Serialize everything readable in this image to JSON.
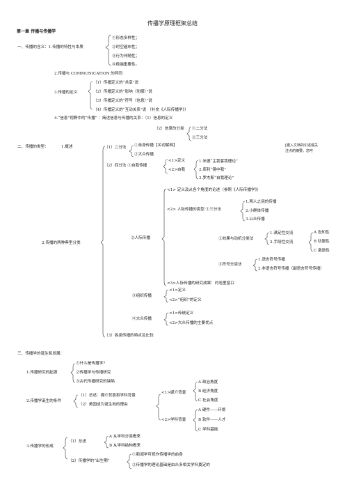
{
  "title": "传播学原理框架总结",
  "chapter1": "第一章 传播与传播学",
  "s1": {
    "q1": "一、传播的含义：1.传播的特性与本质",
    "features": [
      "①形态多样性；",
      "②时空遍布性；",
      "③行为伴随性；",
      "④极端重要性。"
    ],
    "q2": "2.传播与 COMMUNICATION 的异同",
    "q3": "3.传播的定义",
    "defs": [
      "（1）传播定义的“共享”说",
      "（2）传播定义的“影响（劝服）”说",
      "（3）传播定义的“符号（信息）”说",
      "（4）传播定义的“互动关系”说 （补充《人际传播学》）"
    ],
    "q4": "4.“信息”视野中的“传播” ：简述信息与传播的关系：（1）信息的定义",
    "info2": "（2）信息的分类",
    "info_classes": [
      "①二分法",
      "②三分法"
    ]
  },
  "s2": {
    "head": "二、传播的类型：",
    "overview": "1.概述",
    "two": "（1）二分法",
    "two_items": [
      "①亲身传播【名词解释】",
      "②大众传播"
    ],
    "four": "（2）四分法 ①自我传播",
    "self1": "<1>定义",
    "self2": "<2>自我",
    "self_items": [
      "1.米德“主我客我理论”",
      "2.库利“镜中我”",
      "3.罗杰斯“自我理论”"
    ],
    "side_note": "[键入文档的引述或关注点的摘要。您可",
    "typical": "2.传播的两种典型分类",
    "interp": "②人际传播",
    "interp_1": "<1> 定义及从各个角度的论述（参照《人际传播学》）",
    "interp_2": "<2> 人际传播的类型 ①三分法",
    "tri": [
      "1.两人之间的传播",
      "2.小群体传播",
      "3.公众传播"
    ],
    "effect": "②效果与动机分类法",
    "effect_items": [
      "1.满足性交流",
      "2.手段性交流"
    ],
    "abc": [
      "A 告知性",
      "B 劝服性",
      "C 激励性"
    ],
    "symbol": "③符号分类法",
    "symbol_items": [
      "1.语言符号传播",
      "2.非语言符号传播（副语言符号传播）"
    ],
    "interp_3": "<3>人际传播的研究成果：约哈里窗口",
    "org": "③组织传播",
    "org_items": [
      "<1>定义",
      "<2>“组织”的定义"
    ],
    "mass": "④大众传播",
    "mass_items": [
      "<1>传统定义",
      "<2>大众传播的主要优点"
    ],
    "traits": "（3）各类传播的特点及比较"
  },
  "s3": {
    "head": "三、传播学的诞生和发展：",
    "origin": "1.传播研究的起源",
    "origin_items": [
      "①什么是传播学?",
      "②传播学与传播研究",
      "③古代传播研究的缺陷"
    ],
    "cond": "2.传播学诞生的条件",
    "cond1": "（1）总述：媒介背景和学科背景",
    "cond2": "（2）美国成为诞生地的理由",
    "media_bg": "<1>媒介背景",
    "media_items": [
      "A 政治角度",
      "B 经济角度",
      "C 社会角度"
    ],
    "disc_bg": "<2>学科背景",
    "disc_items": [
      "A 硬件——环境",
      "B 软件——人才",
      "C 学科基础"
    ],
    "form": "3.传播学的形成",
    "form1": "（1）总述",
    "form1_items": [
      "A 从学科分类看来",
      "B 从学科结构看来"
    ],
    "form2": "（2）传播学的“出生期”",
    "form2_items": [
      "①新闻学可视作传播学的前身",
      "②传播学的理论基础是由众多相关学科奠定的"
    ]
  }
}
